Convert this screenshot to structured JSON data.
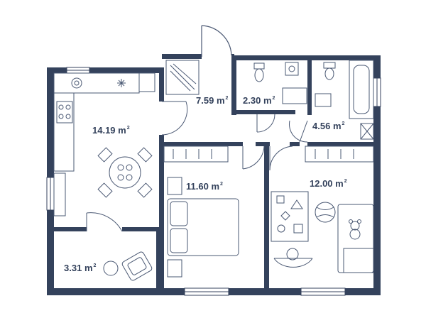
{
  "plan": {
    "colors": {
      "wall": "#34425c",
      "line": "#4a5873",
      "floor": "#ffffff"
    },
    "rooms": [
      {
        "id": "kitchen-living",
        "area": "14.19",
        "unit": "m",
        "sup": "2"
      },
      {
        "id": "hall",
        "area": "7.59",
        "unit": "m",
        "sup": "2"
      },
      {
        "id": "toilet",
        "area": "2.30",
        "unit": "m",
        "sup": "2"
      },
      {
        "id": "bathroom",
        "area": "4.56",
        "unit": "m",
        "sup": "2"
      },
      {
        "id": "bedroom",
        "area": "11.60",
        "unit": "m",
        "sup": "2"
      },
      {
        "id": "kids-room",
        "area": "12.00",
        "unit": "m",
        "sup": "2"
      },
      {
        "id": "balcony",
        "area": "3.31",
        "unit": "m",
        "sup": "2"
      }
    ],
    "icons": [
      "snowflake-icon",
      "stove-icon",
      "sink-icon",
      "toilet-icon",
      "bathtub-icon",
      "double-bed-icon",
      "single-bed-icon",
      "dining-table-icon",
      "wardrobe-icon",
      "armchair-icon",
      "ball-icon",
      "teddy-bear-icon",
      "play-mat-icon",
      "kids-desk-icon",
      "washing-machine-icon"
    ]
  }
}
